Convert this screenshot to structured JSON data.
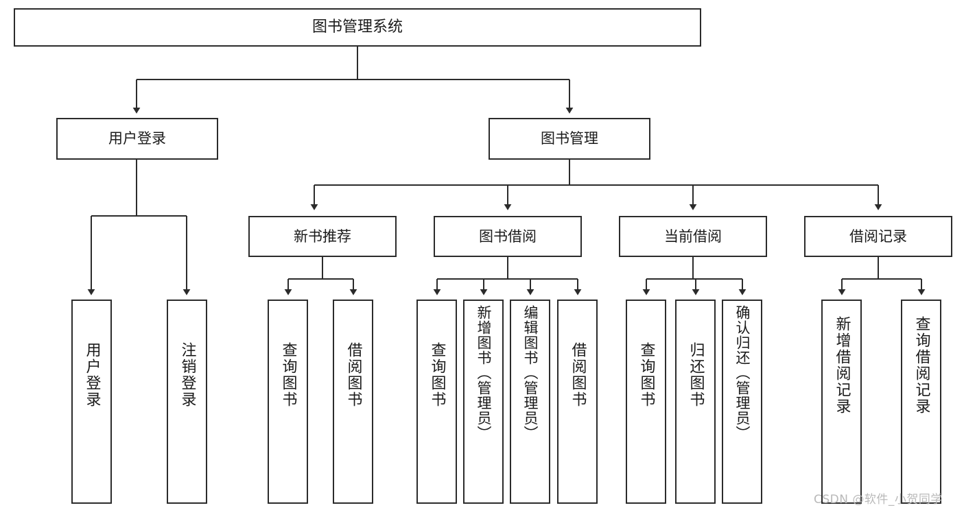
{
  "diagram": {
    "type": "tree",
    "title": "图书管理系统",
    "watermark": "CSDN @软件_小贺同学",
    "colors": {
      "box_border": "#2b2b2b",
      "box_fill": "#ffffff",
      "edge": "#2b2b2b",
      "text": "#1a1a1a",
      "watermark": "#b9b9b9",
      "background": "#ffffff"
    },
    "root": {
      "label": "图书管理系统"
    },
    "level1": [
      {
        "id": "user-login",
        "label": "用户登录"
      },
      {
        "id": "book-management",
        "label": "图书管理"
      }
    ],
    "level2": [
      {
        "id": "new-book-recommend",
        "label": "新书推荐",
        "parent": "book-management"
      },
      {
        "id": "book-borrow",
        "label": "图书借阅",
        "parent": "book-management"
      },
      {
        "id": "current-borrow",
        "label": "当前借阅",
        "parent": "book-management"
      },
      {
        "id": "borrow-record",
        "label": "借阅记录",
        "parent": "book-management"
      }
    ],
    "leaves": [
      {
        "id": "leaf-user-login",
        "label": "用户登录",
        "parent": "user-login"
      },
      {
        "id": "leaf-logout",
        "label": "注销登录",
        "parent": "user-login"
      },
      {
        "id": "leaf-query-book-1",
        "label": "查询图书",
        "parent": "new-book-recommend"
      },
      {
        "id": "leaf-borrow-book-1",
        "label": "借阅图书",
        "parent": "new-book-recommend"
      },
      {
        "id": "leaf-query-book-2",
        "label": "查询图书",
        "parent": "book-borrow"
      },
      {
        "id": "leaf-add-book",
        "label": "新增图书（管理员）",
        "parent": "book-borrow"
      },
      {
        "id": "leaf-edit-book",
        "label": "编辑图书（管理员）",
        "parent": "book-borrow"
      },
      {
        "id": "leaf-borrow-book-2",
        "label": "借阅图书",
        "parent": "book-borrow"
      },
      {
        "id": "leaf-query-book-3",
        "label": "查询图书",
        "parent": "current-borrow"
      },
      {
        "id": "leaf-return-book",
        "label": "归还图书",
        "parent": "current-borrow"
      },
      {
        "id": "leaf-confirm-return",
        "label": "确认归还（管理员）",
        "parent": "current-borrow"
      },
      {
        "id": "leaf-add-record",
        "label": "新增借阅记录",
        "parent": "borrow-record"
      },
      {
        "id": "leaf-query-record",
        "label": "查询借阅记录",
        "parent": "borrow-record"
      }
    ]
  }
}
